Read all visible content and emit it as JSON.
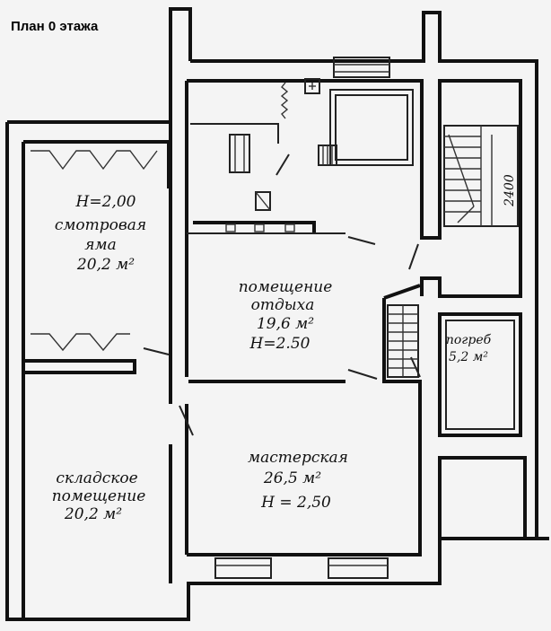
{
  "plan": {
    "title": "План 0 этажа",
    "rooms": {
      "pit": {
        "height": "H=2,00",
        "name1": "смотровая",
        "name2": "яма",
        "area": "20,2 м²"
      },
      "rest": {
        "name1": "помещение",
        "name2": "отдыха",
        "area": "19,6 м²",
        "height": "H=2.50"
      },
      "workshop": {
        "name": "мастерская",
        "area": "26,5 м²",
        "height": "H = 2,50"
      },
      "storage": {
        "name1": "складское",
        "name2": "помещение",
        "area": "20,2 м²"
      },
      "cellar": {
        "name": "погреб",
        "area": "5,2 м²"
      },
      "stair": {
        "dim": "2400"
      }
    }
  }
}
